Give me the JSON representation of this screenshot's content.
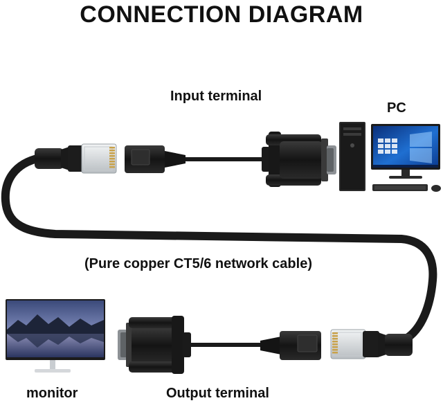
{
  "title": "CONNECTION DIAGRAM",
  "labels": {
    "input_terminal": "Input terminal",
    "pc": "PC",
    "cable": "(Pure copper CT5/6 network cable)",
    "monitor": "monitor",
    "output_terminal": "Output terminal"
  },
  "colors": {
    "cable": "#1a1a1a",
    "connector": "#151515",
    "rj45_plug": "#d9dde0",
    "rj45_contacts": "#c9a24a",
    "screen_blue": "#1f6fd1"
  }
}
